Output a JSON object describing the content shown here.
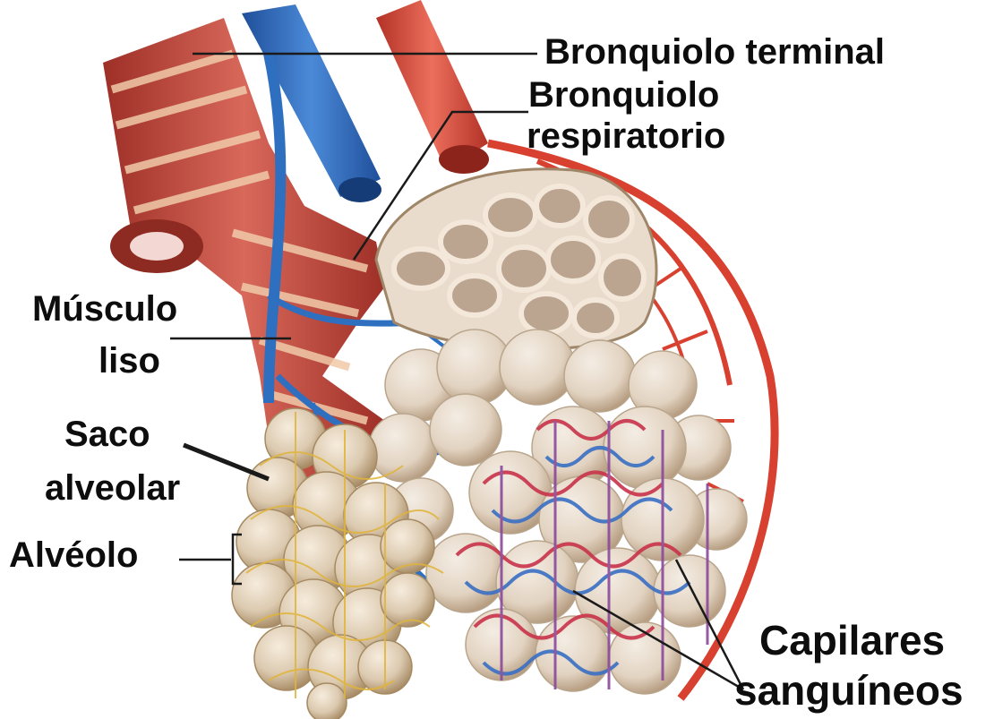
{
  "labels": {
    "bronquiolo_terminal": "Bronquiolo terminal",
    "bronquiolo_respiratorio_l1": "Bronquiolo",
    "bronquiolo_respiratorio_l2": "respiratorio",
    "musculo_liso_l1": "Músculo",
    "musculo_liso_l2": "liso",
    "saco_alveolar_l1": "Saco",
    "saco_alveolar_l2": "alveolar",
    "alveolo": "Alvéolo",
    "capilares_l1": "Capilares",
    "capilares_l2": "sanguíneos"
  },
  "colors": {
    "background": "#ffffff",
    "artery": "#d8402f",
    "vein": "#2f6fc0",
    "muscle": "#c0463a",
    "alveolus": "#dccab0",
    "alveolus_outline": "#b79a74",
    "text": "#0d0d0d"
  }
}
